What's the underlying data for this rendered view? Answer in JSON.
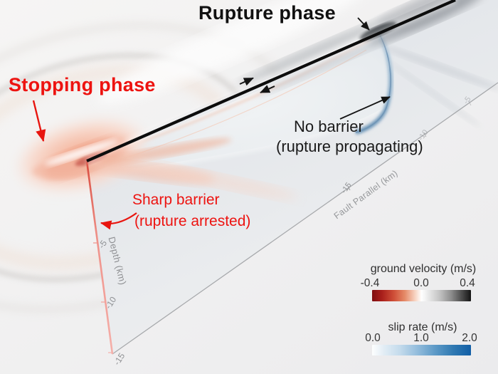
{
  "annotations": {
    "rupture_phase": "Rupture phase",
    "stopping_phase": "Stopping phase",
    "no_barrier": {
      "line1": "No barrier",
      "line2": "(rupture propagating)"
    },
    "sharp_barrier": {
      "line1": "Sharp barrier",
      "line2": "(rupture arrested)"
    }
  },
  "axes": {
    "depth": {
      "label": "Depth (km)",
      "ticks": [
        "-5",
        "-10",
        "-15"
      ]
    },
    "fault_parallel": {
      "label": "Fault Parallel (km)",
      "ticks": [
        "-15",
        "-10",
        "-5"
      ]
    }
  },
  "colorbars": {
    "ground_velocity": {
      "title": "ground velocity (m/s)",
      "ticks": [
        "-0.4",
        "0.0",
        "0.4"
      ],
      "colors": [
        "#7f0d10",
        "#e58a67",
        "#ffffff",
        "#8d8d8d",
        "#141414"
      ]
    },
    "slip_rate": {
      "title": "slip rate (m/s)",
      "ticks": [
        "0.0",
        "1.0",
        "2.0"
      ],
      "colors": [
        "#fdfefe",
        "#95bedd",
        "#115ea6"
      ]
    }
  },
  "colors": {
    "annotation_red": "#ed1310",
    "annotation_black": "#111111",
    "fault_trace_black": "#0d0d0d",
    "barrier_edge_red": "#e2574a",
    "axis_gray": "#9c9ea1",
    "slip_front_blue": "#447aa6",
    "stopping_blob_pink": "#f3ac90"
  },
  "chart_data": {
    "type": "heatmap",
    "description_visible": "3D perspective view of a fault plane and ground surface with wavefields",
    "fields": [
      {
        "surface": "ground surface",
        "quantity": "ground velocity (m/s)",
        "range": [
          -0.4,
          0.4
        ],
        "colorbar_ticks": [
          -0.4,
          0.0,
          0.4
        ],
        "colormap": "dark red -> white -> black"
      },
      {
        "surface": "fault plane",
        "quantity": "slip rate (m/s)",
        "range": [
          0.0,
          2.0
        ],
        "colorbar_ticks": [
          0.0,
          1.0,
          2.0
        ],
        "colormap": "white -> dark blue"
      }
    ],
    "axes": {
      "depth": {
        "label": "Depth (km)",
        "tick_values": [
          -5,
          -10,
          -15
        ]
      },
      "fault_parallel": {
        "label": "Fault Parallel (km)",
        "tick_values": [
          -15,
          -10,
          -5
        ]
      }
    },
    "annotations": [
      "Rupture phase",
      "Stopping phase",
      "No barrier (rupture propagating)",
      "Sharp barrier (rupture arrested)"
    ],
    "legend_position": "bottom-right"
  }
}
